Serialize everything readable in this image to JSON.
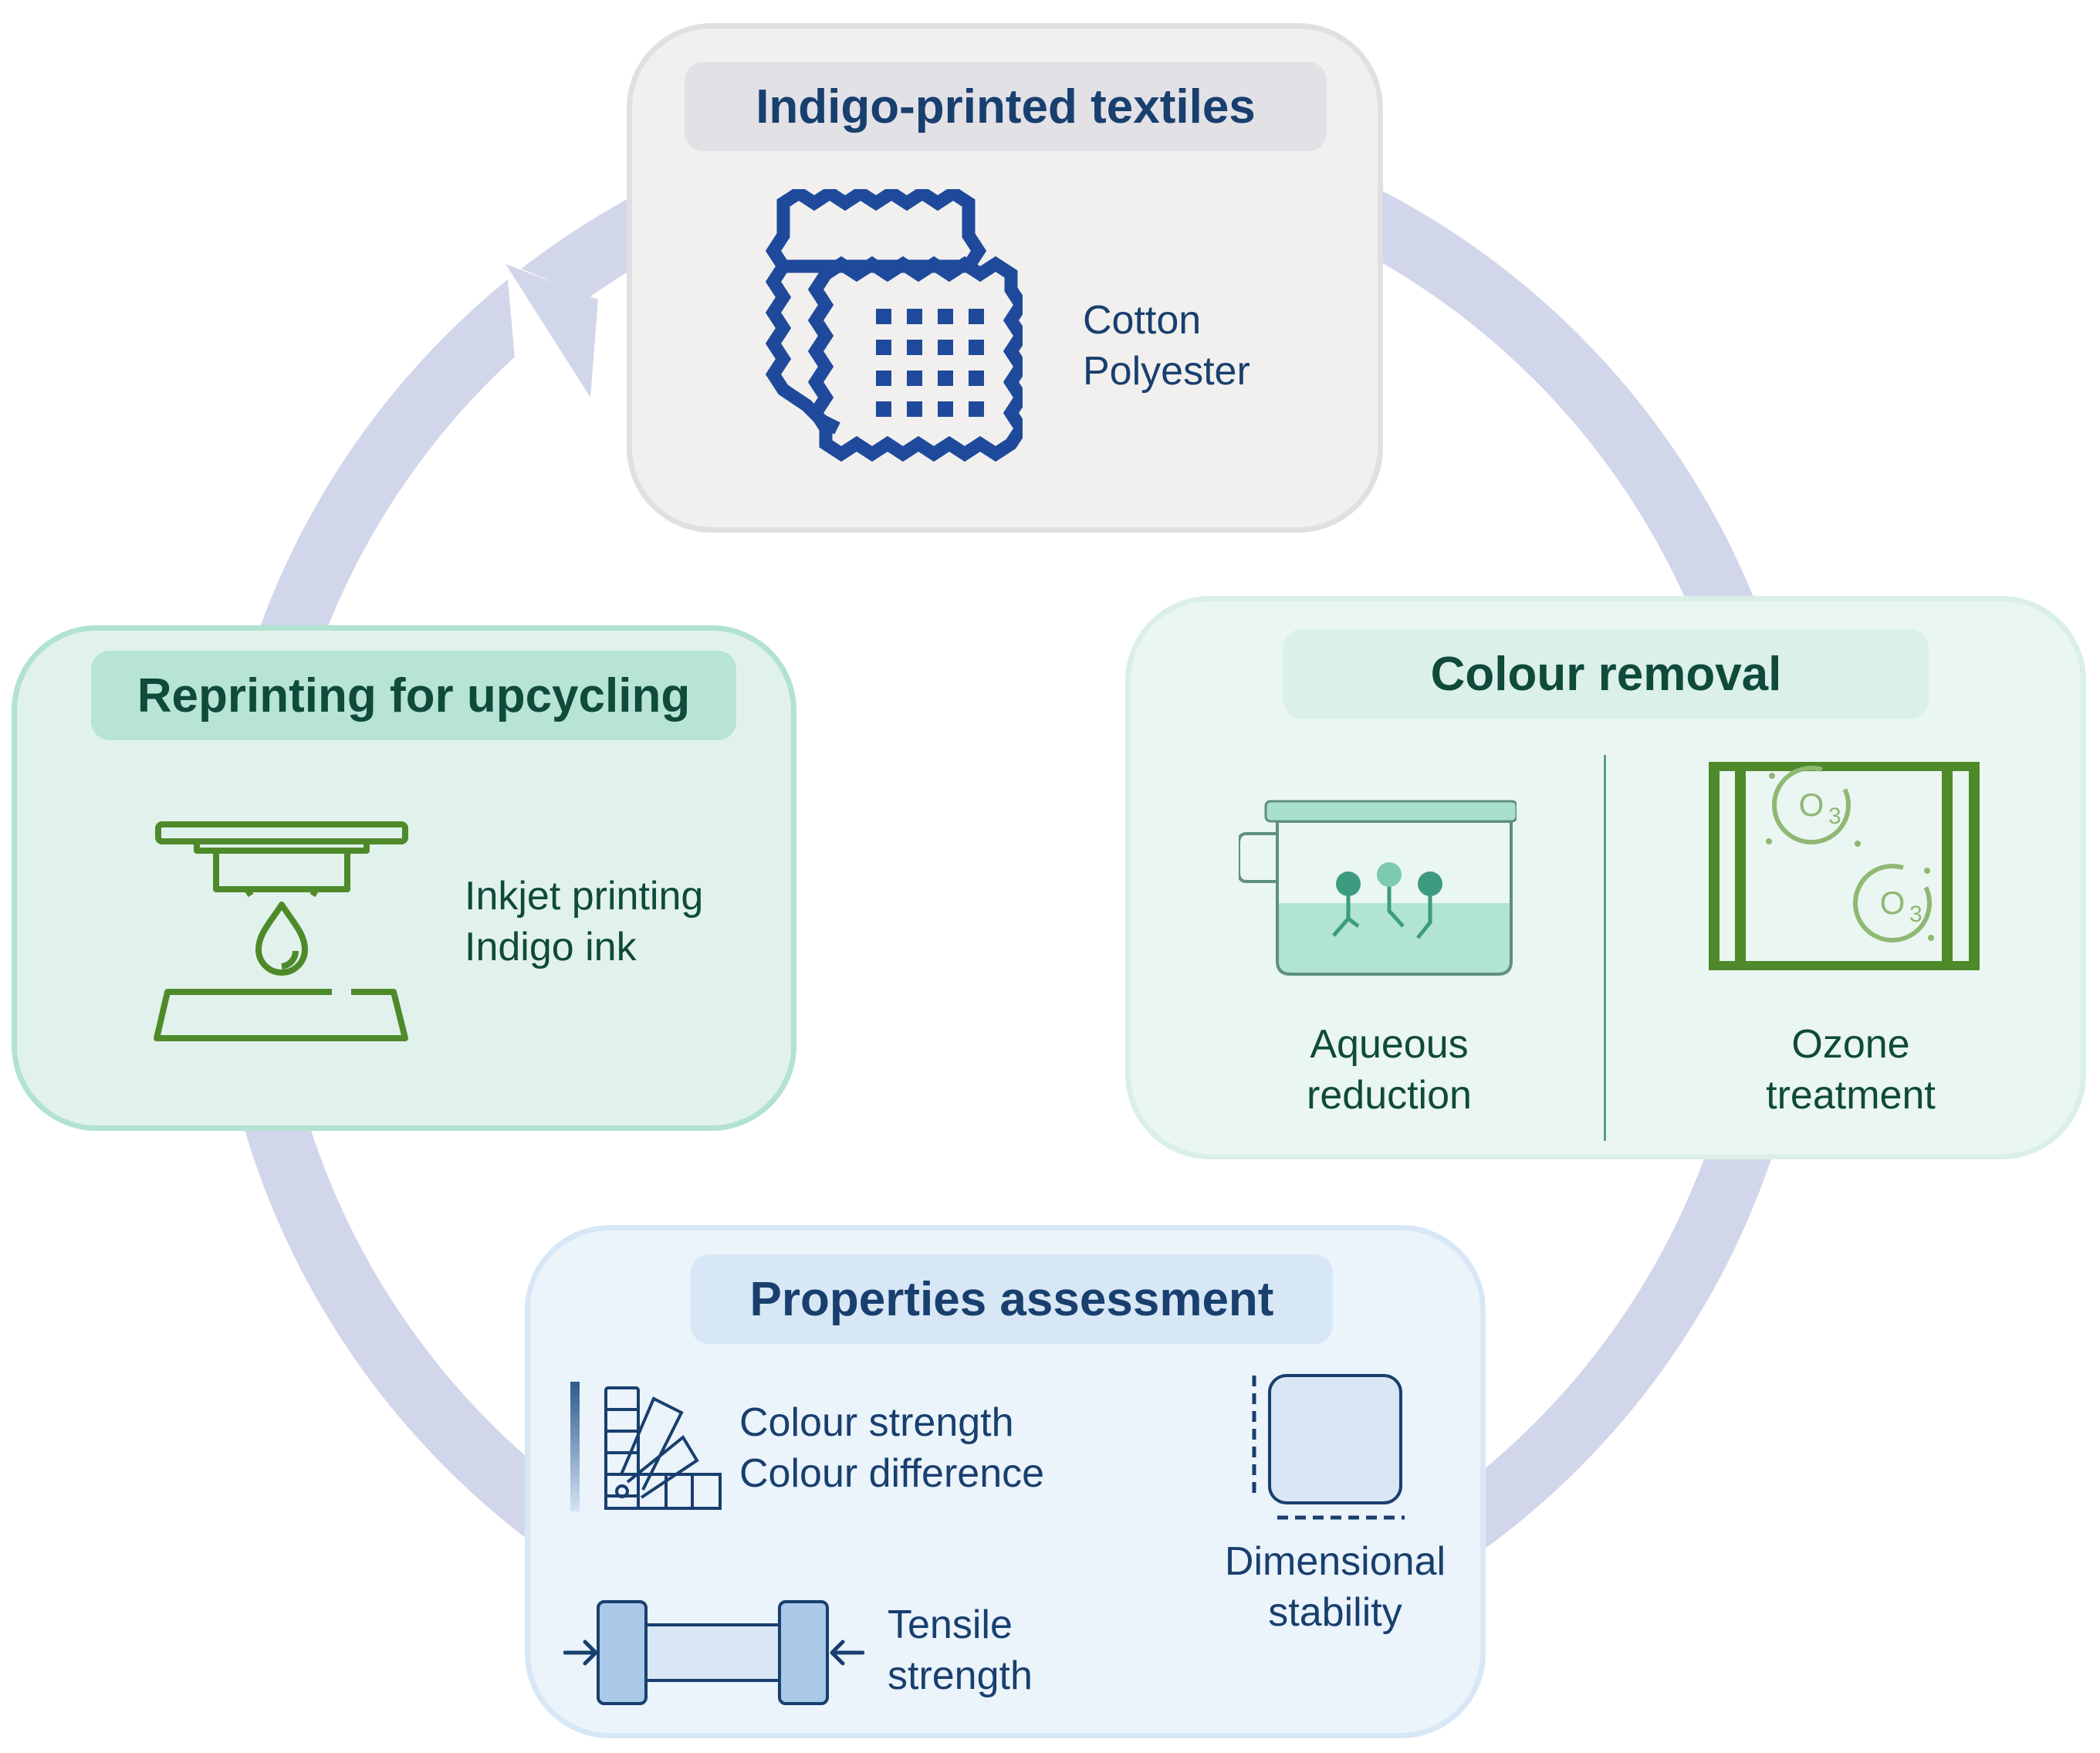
{
  "colors": {
    "cycle_arrow": "#d2d6ea",
    "textile_icon": "#1f4a9c",
    "printer_icon": "#4f8a2a",
    "ozone_icon": "#4f8a2a",
    "beaker_icon": "#3d9c7f",
    "props_icon": "#183f6e"
  },
  "textiles": {
    "title": "Indigo-printed textiles",
    "lines": [
      "Cotton",
      "Polyester"
    ],
    "icon": "fabric-swatch-icon"
  },
  "colour_removal": {
    "title": "Colour removal",
    "methods": [
      {
        "lines": [
          "Aqueous",
          "reduction"
        ],
        "icon": "beaker-icon"
      },
      {
        "lines": [
          "Ozone",
          "treatment"
        ],
        "icon": "ozone-chamber-icon"
      }
    ]
  },
  "properties": {
    "title": "Properties assessment",
    "colour": {
      "lines": [
        "Colour strength",
        "Colour difference"
      ],
      "icon": "colour-swatch-fan-icon"
    },
    "dimensional": {
      "lines": [
        "Dimensional",
        "stability"
      ],
      "icon": "fabric-square-icon"
    },
    "tensile": {
      "lines": [
        "Tensile",
        "strength"
      ],
      "icon": "tensile-specimen-icon"
    }
  },
  "reprinting": {
    "title": "Reprinting for upcycling",
    "lines": [
      "Inkjet printing",
      "Indigo ink"
    ],
    "icon": "inkjet-printer-icon"
  }
}
